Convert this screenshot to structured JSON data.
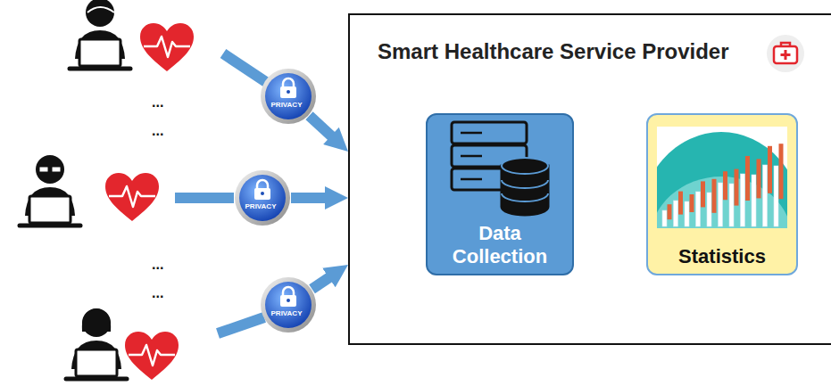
{
  "diagram": {
    "nodes": [
      {
        "text": [
          "Smart Healthcare Service Provider"
        ]
      },
      {
        "text": [
          "Data Collection"
        ],
        "in": 0
      },
      {
        "text": [
          "Statistics"
        ],
        "in": 0
      },
      {
        "text": [
          "PRIVACY"
        ]
      },
      {
        "text": [
          "PRIVACY"
        ]
      },
      {
        "text": [
          "PRIVACY"
        ]
      }
    ],
    "edges": [
      {
        "from": 1,
        "to": 2,
        "arrow": "to"
      },
      {
        "from": 3,
        "to": 0,
        "arrow": "to"
      },
      {
        "from": 4,
        "to": 0,
        "arrow": "to"
      },
      {
        "from": 5,
        "to": 0,
        "arrow": "to"
      }
    ],
    "labels": [
      "...",
      "...",
      "...",
      "..."
    ]
  }
}
